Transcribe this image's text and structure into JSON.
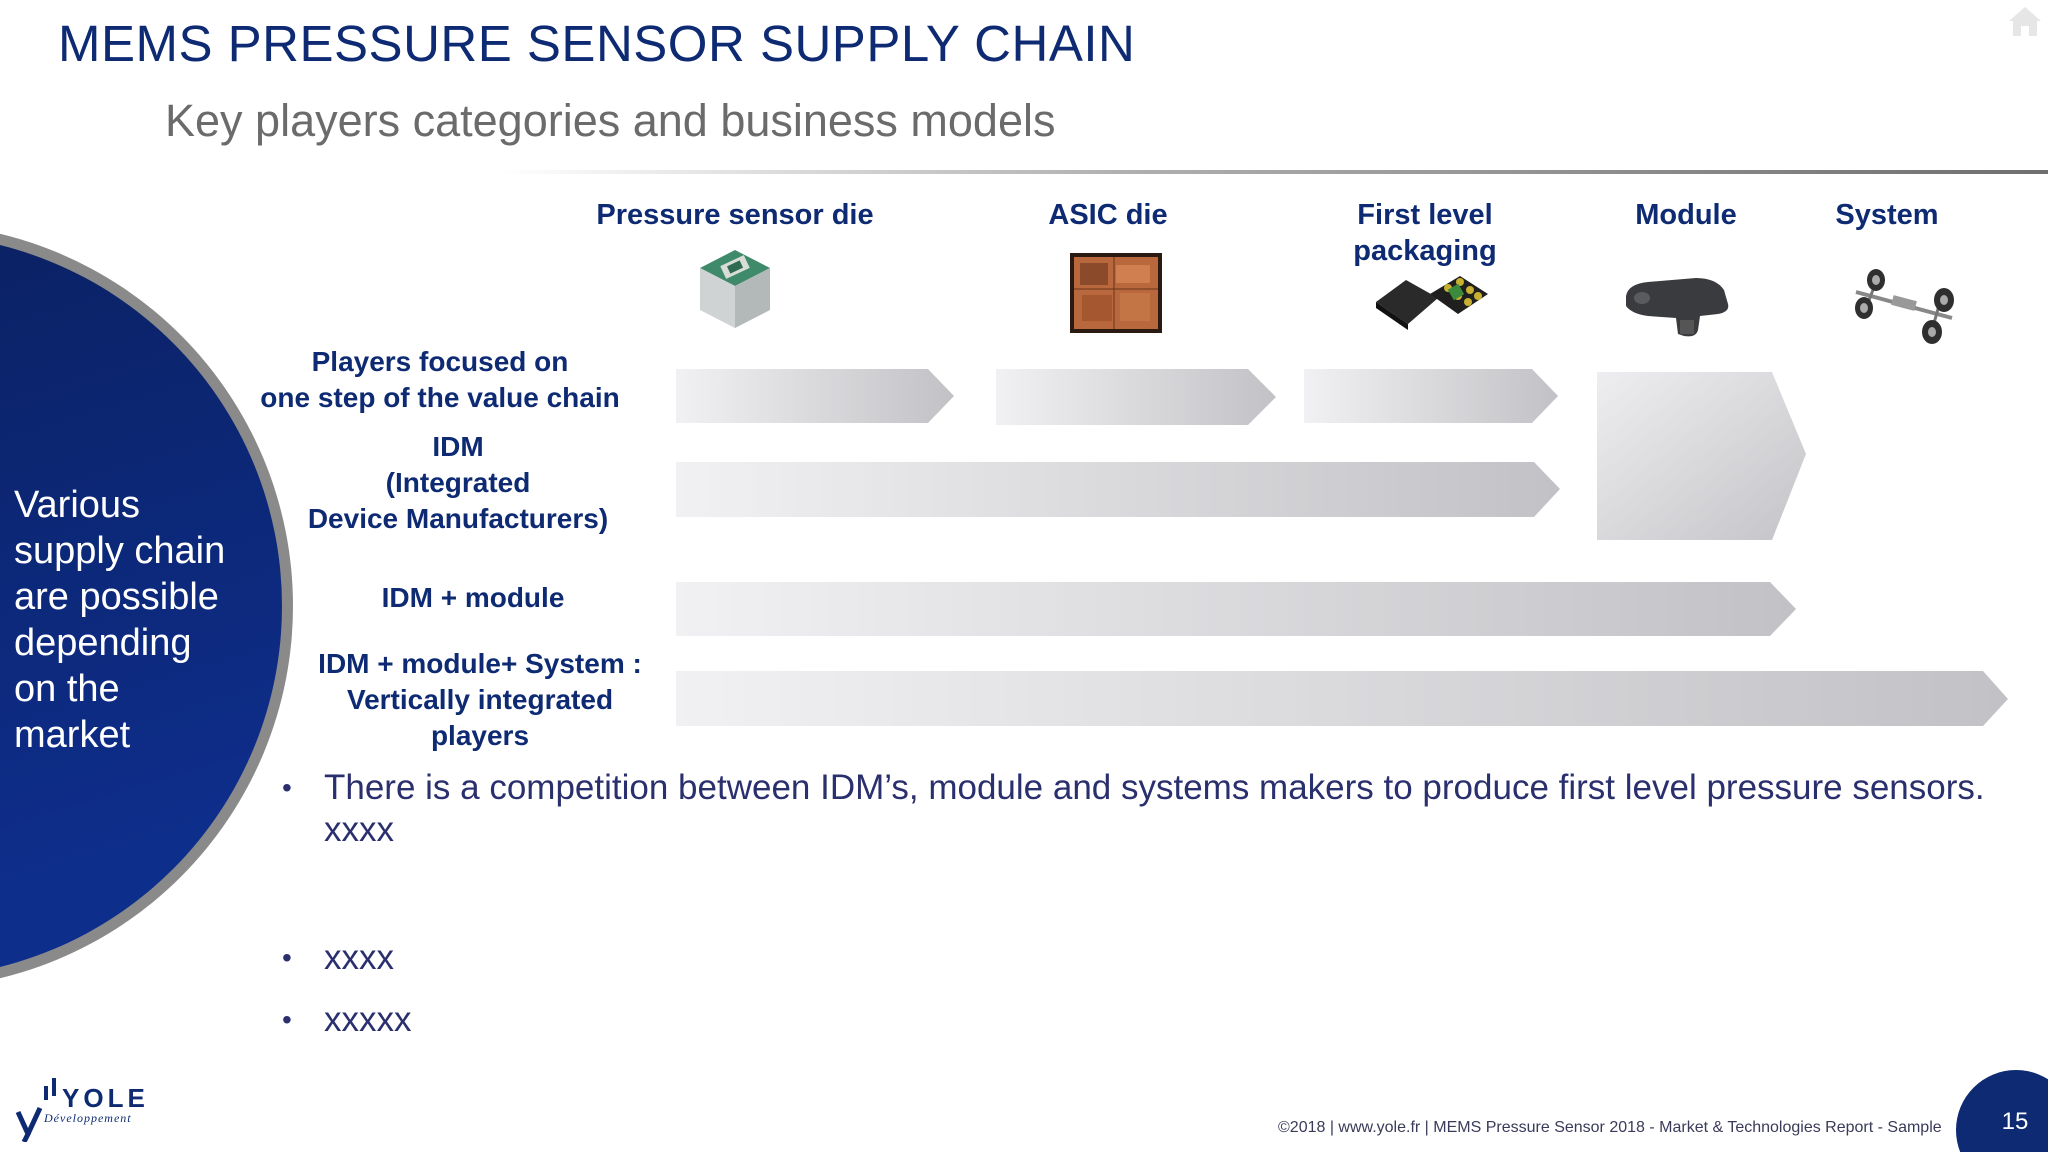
{
  "header": {
    "title": "MEMS PRESSURE SENSOR SUPPLY CHAIN",
    "subtitle": "Key players categories and business models"
  },
  "sidebar": {
    "lines": [
      "Various",
      "supply chain",
      "are possible",
      "depending",
      "on the",
      "market"
    ]
  },
  "columns": [
    {
      "lines": [
        "Pressure sensor die"
      ],
      "image": "mems-die-icon"
    },
    {
      "lines": [
        "ASIC die"
      ],
      "image": "asic-chip-icon"
    },
    {
      "lines": [
        "First level",
        "packaging"
      ],
      "image": "packaged-sensors-icon"
    },
    {
      "lines": [
        "Module"
      ],
      "image": "sensor-module-icon"
    },
    {
      "lines": [
        "System"
      ],
      "image": "vehicle-chassis-icon"
    }
  ],
  "rows": [
    {
      "lines": [
        "Players focused on",
        "one step of the value chain"
      ]
    },
    {
      "lines": [
        "IDM",
        "(Integrated",
        "Device Manufacturers)"
      ]
    },
    {
      "lines": [
        "IDM + module"
      ]
    },
    {
      "lines": [
        "IDM + module+ System :",
        "Vertically integrated",
        "players"
      ]
    }
  ],
  "bullets": [
    {
      "line1": "There is a competition between IDM’s, module and systems makers to produce first level pressure sensors.",
      "line2": "xxxx"
    },
    {
      "line1": "xxxx"
    },
    {
      "line1": "xxxxx"
    }
  ],
  "footer": {
    "logo_name": "YOLE",
    "logo_sub": "Développement",
    "text": "©2018 | www.yole.fr | MEMS Pressure Sensor 2018 - Market & Technologies Report - Sample",
    "page": "15"
  },
  "colors": {
    "brand_navy": "#0d2a73",
    "arrow_gray": "#c9c9cc",
    "subtitle_gray": "#6b6b6b"
  }
}
